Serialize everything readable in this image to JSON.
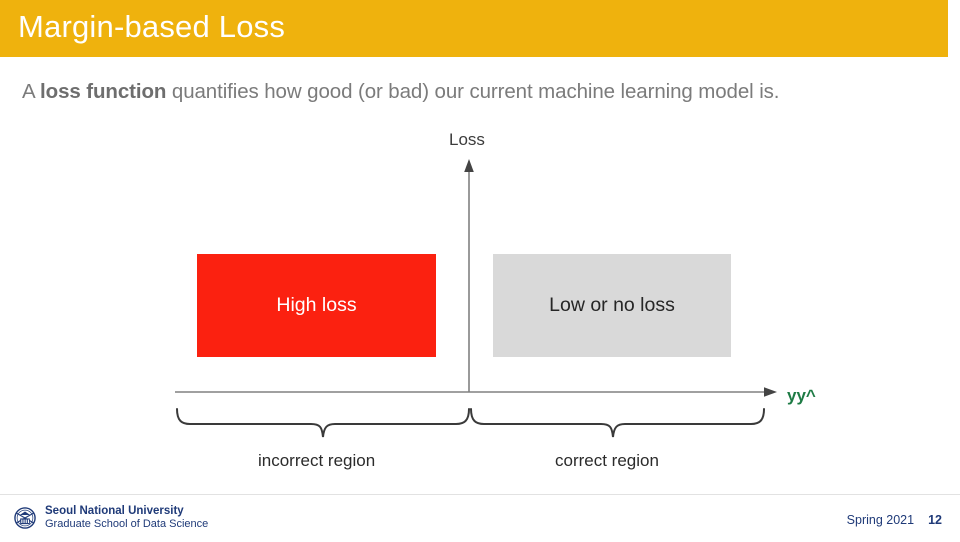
{
  "slide": {
    "title": "Margin-based Loss",
    "title_bar_color": "#EFB20D",
    "subtitle_prefix": "A ",
    "subtitle_strong": "loss function",
    "subtitle_suffix": " quantifies how good (or bad) our current machine learning model is."
  },
  "diagram": {
    "y_axis_label": "Loss",
    "x_axis_label": "yy^",
    "x_axis_label_color": "#1E7B45",
    "high_loss_box": {
      "label": "High loss",
      "color": "#FB2110",
      "text_color": "#FFFFFF"
    },
    "low_loss_box": {
      "label": "Low or no loss",
      "color": "#D9D9D9",
      "text_color": "#262626"
    },
    "incorrect_region_label": "incorrect region",
    "correct_region_label": "correct region"
  },
  "footer": {
    "university": "Seoul National University",
    "school": "Graduate School of Data Science",
    "term": "Spring 2021",
    "page_number": "12",
    "brand_color": "#1F3A78"
  }
}
